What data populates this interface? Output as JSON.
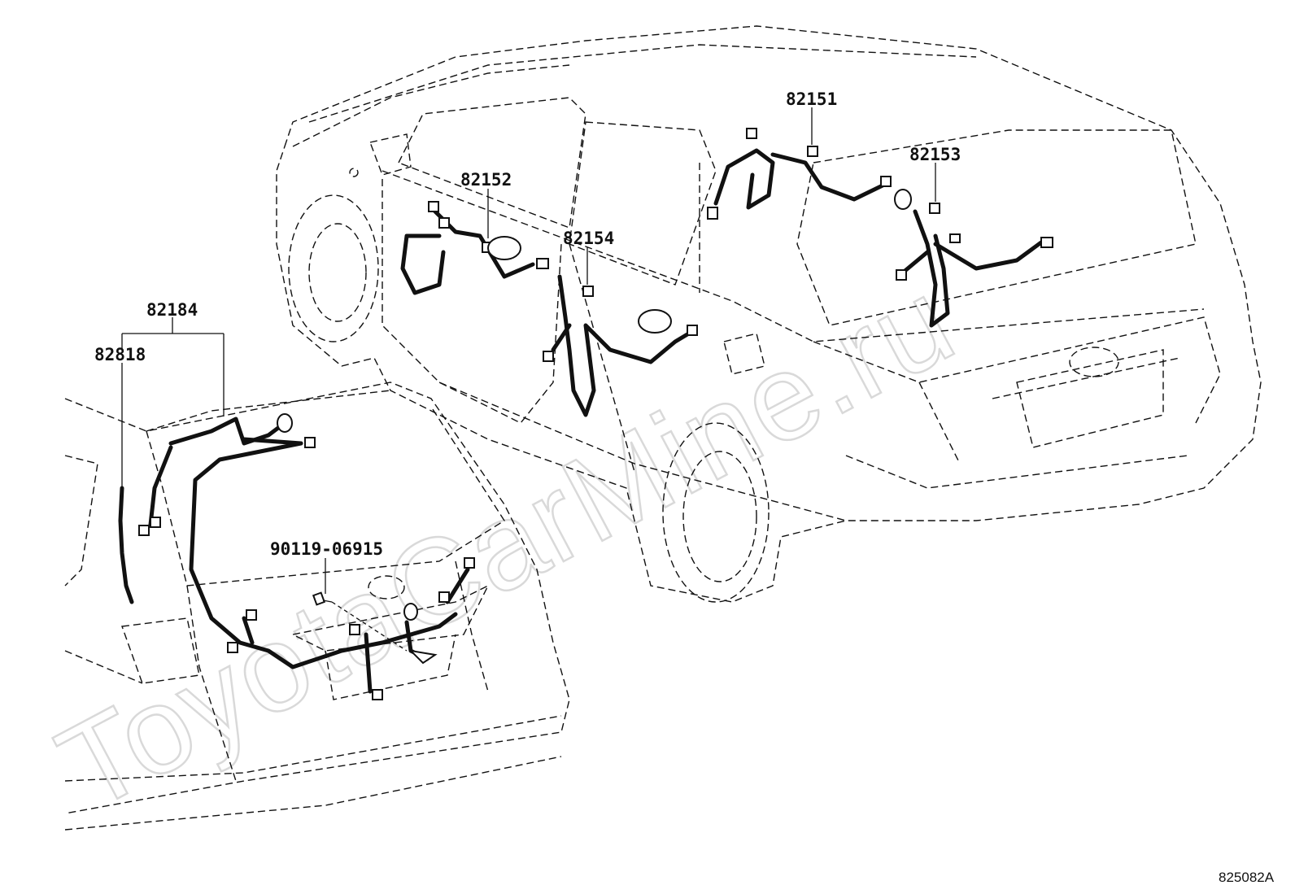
{
  "parts": {
    "p82151": "82151",
    "p82152": "82152",
    "p82153": "82153",
    "p82154": "82154",
    "p82184": "82184",
    "p82818": "82818",
    "p90119": "90119-06915"
  },
  "drawing_code": "825082A",
  "watermark": "ToyotaCarMine.ru"
}
